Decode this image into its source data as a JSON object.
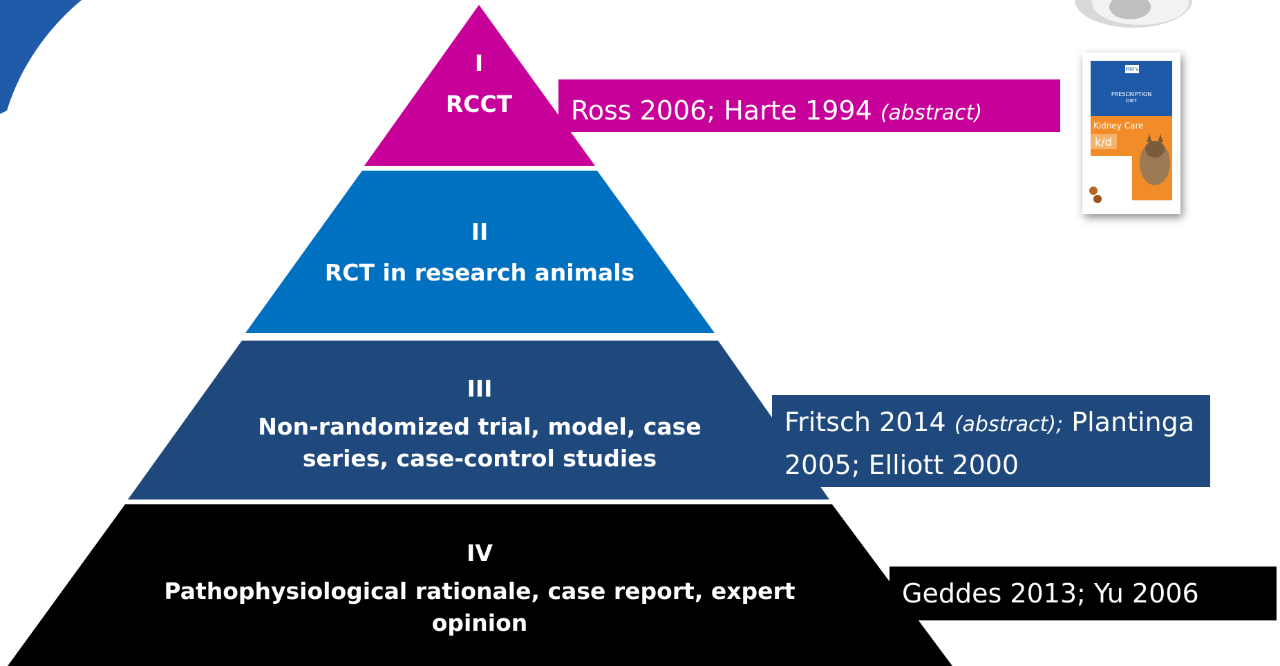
{
  "colors": {
    "tier1": "#c7009a",
    "tier2": "#0070c0",
    "tier3": "#1f497d",
    "tier4": "#000000",
    "accent_swoosh": "#1f5ba8",
    "product_orange": "#f28c28",
    "product_blue": "#1e5aa8"
  },
  "pyramid": {
    "tiers": [
      {
        "level": "I",
        "label": "RCCT"
      },
      {
        "level": "II",
        "label": "RCT in research animals"
      },
      {
        "level": "III",
        "label_line1": "Non-randomized trial, model, case",
        "label_line2": "series, case-control studies"
      },
      {
        "level": "IV",
        "label_line1": "Pathophysiological rationale, case report, expert",
        "label_line2": "opinion"
      }
    ]
  },
  "references": {
    "tier1": {
      "text": "Ross 2006; Harte 1994 ",
      "italic": "(abstract)"
    },
    "tier3": {
      "line1_text": "Fritsch 2014 ",
      "line1_italic": "(abstract);",
      "line1_after": " Plantinga",
      "line2": "2005; Elliott 2000"
    },
    "tier4": {
      "text": "Geddes 2013; Yu 2006"
    }
  },
  "product": {
    "brand": "Hill's",
    "line1": "PRESCRIPTION",
    "line2": "DIET",
    "name": "Kidney Care",
    "code": "k/d"
  },
  "icons": {
    "product": "cat-food-bag-icon",
    "corner": "swoosh-decoration",
    "mug": "mug-decoration"
  }
}
